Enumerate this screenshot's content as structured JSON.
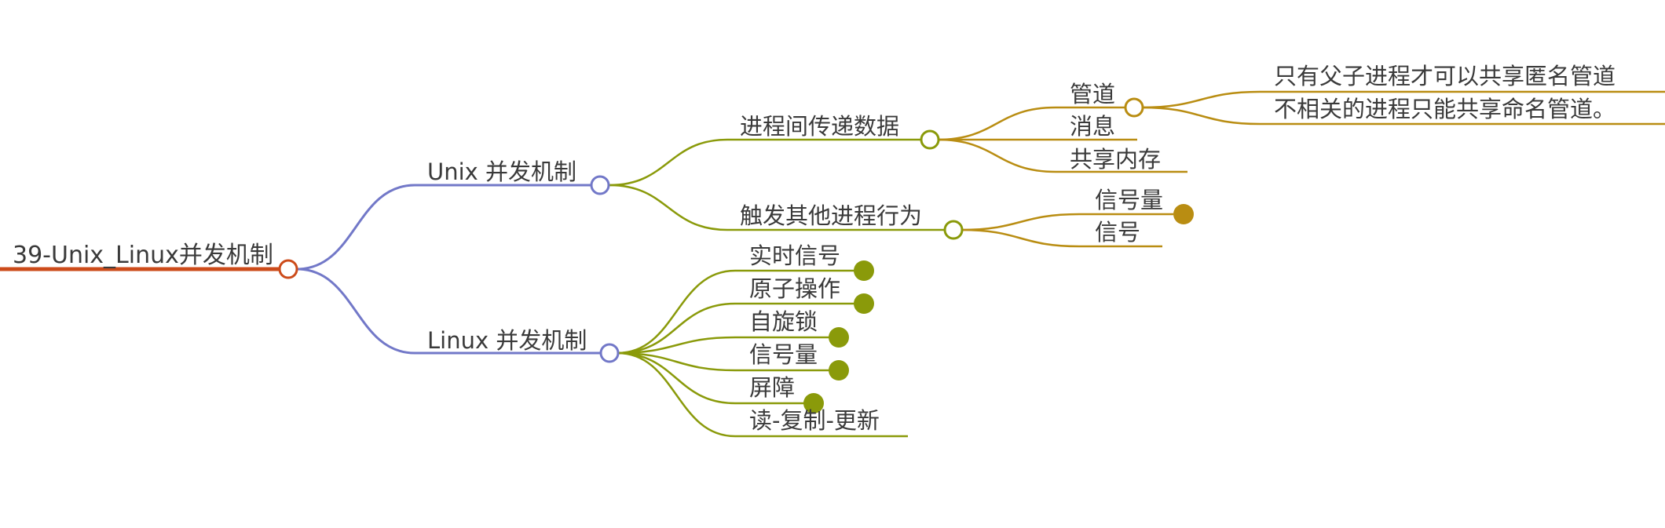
{
  "colors": {
    "root": "#cc4b1a",
    "level1": "#7278c8",
    "level2": "#8a9a0a",
    "level3": "#b98d12",
    "text": "#3a3a3a"
  },
  "root": {
    "label": "39-Unix_Linux并发机制",
    "children": [
      {
        "label": "Unix 并发机制",
        "children": [
          {
            "label": "进程间传递数据",
            "children": [
              {
                "label": "管道",
                "children": [
                  {
                    "label": "只有父子进程才可以共享匿名管道"
                  },
                  {
                    "label": "不相关的进程只能共享命名管道。"
                  }
                ]
              },
              {
                "label": "消息"
              },
              {
                "label": "共享内存"
              }
            ]
          },
          {
            "label": "触发其他进程行为",
            "children": [
              {
                "label": "信号量",
                "collapsed": true
              },
              {
                "label": "信号"
              }
            ]
          }
        ]
      },
      {
        "label": "Linux 并发机制",
        "children": [
          {
            "label": "实时信号",
            "collapsed": true
          },
          {
            "label": "原子操作",
            "collapsed": true
          },
          {
            "label": "自旋锁",
            "collapsed": true
          },
          {
            "label": "信号量",
            "collapsed": true
          },
          {
            "label": "屏障",
            "collapsed": true
          },
          {
            "label": "读-复制-更新"
          }
        ]
      }
    ]
  }
}
